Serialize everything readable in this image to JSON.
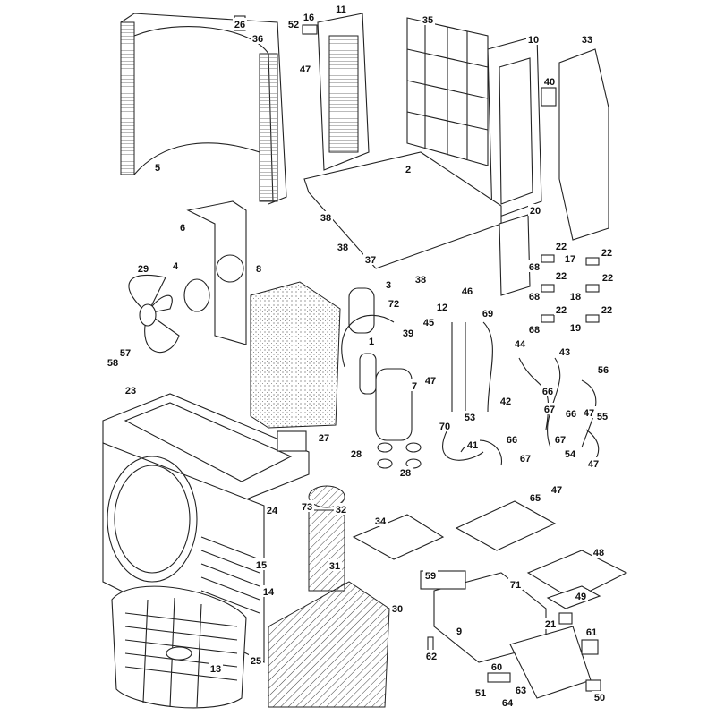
{
  "diagram": {
    "title": "Outdoor unit exploded parts view",
    "part_labels": [
      "26",
      "52",
      "16",
      "11",
      "35",
      "10",
      "33",
      "36",
      "47",
      "40",
      "5",
      "2",
      "20",
      "6",
      "38",
      "38",
      "37",
      "38",
      "22",
      "22",
      "68",
      "17",
      "29",
      "4",
      "8",
      "3",
      "22",
      "22",
      "46",
      "12",
      "18",
      "69",
      "22",
      "22",
      "68",
      "68",
      "19",
      "72",
      "45",
      "39",
      "1",
      "44",
      "43",
      "56",
      "57",
      "58",
      "47",
      "7",
      "23",
      "66",
      "42",
      "67",
      "66",
      "47",
      "55",
      "53",
      "70",
      "27",
      "66",
      "67",
      "41",
      "28",
      "54",
      "47",
      "67",
      "28",
      "47",
      "65",
      "32",
      "73",
      "24",
      "34",
      "31",
      "15",
      "48",
      "71",
      "59",
      "14",
      "49",
      "30",
      "9",
      "21",
      "61",
      "62",
      "25",
      "13",
      "60",
      "51",
      "63",
      "64",
      "50"
    ]
  }
}
